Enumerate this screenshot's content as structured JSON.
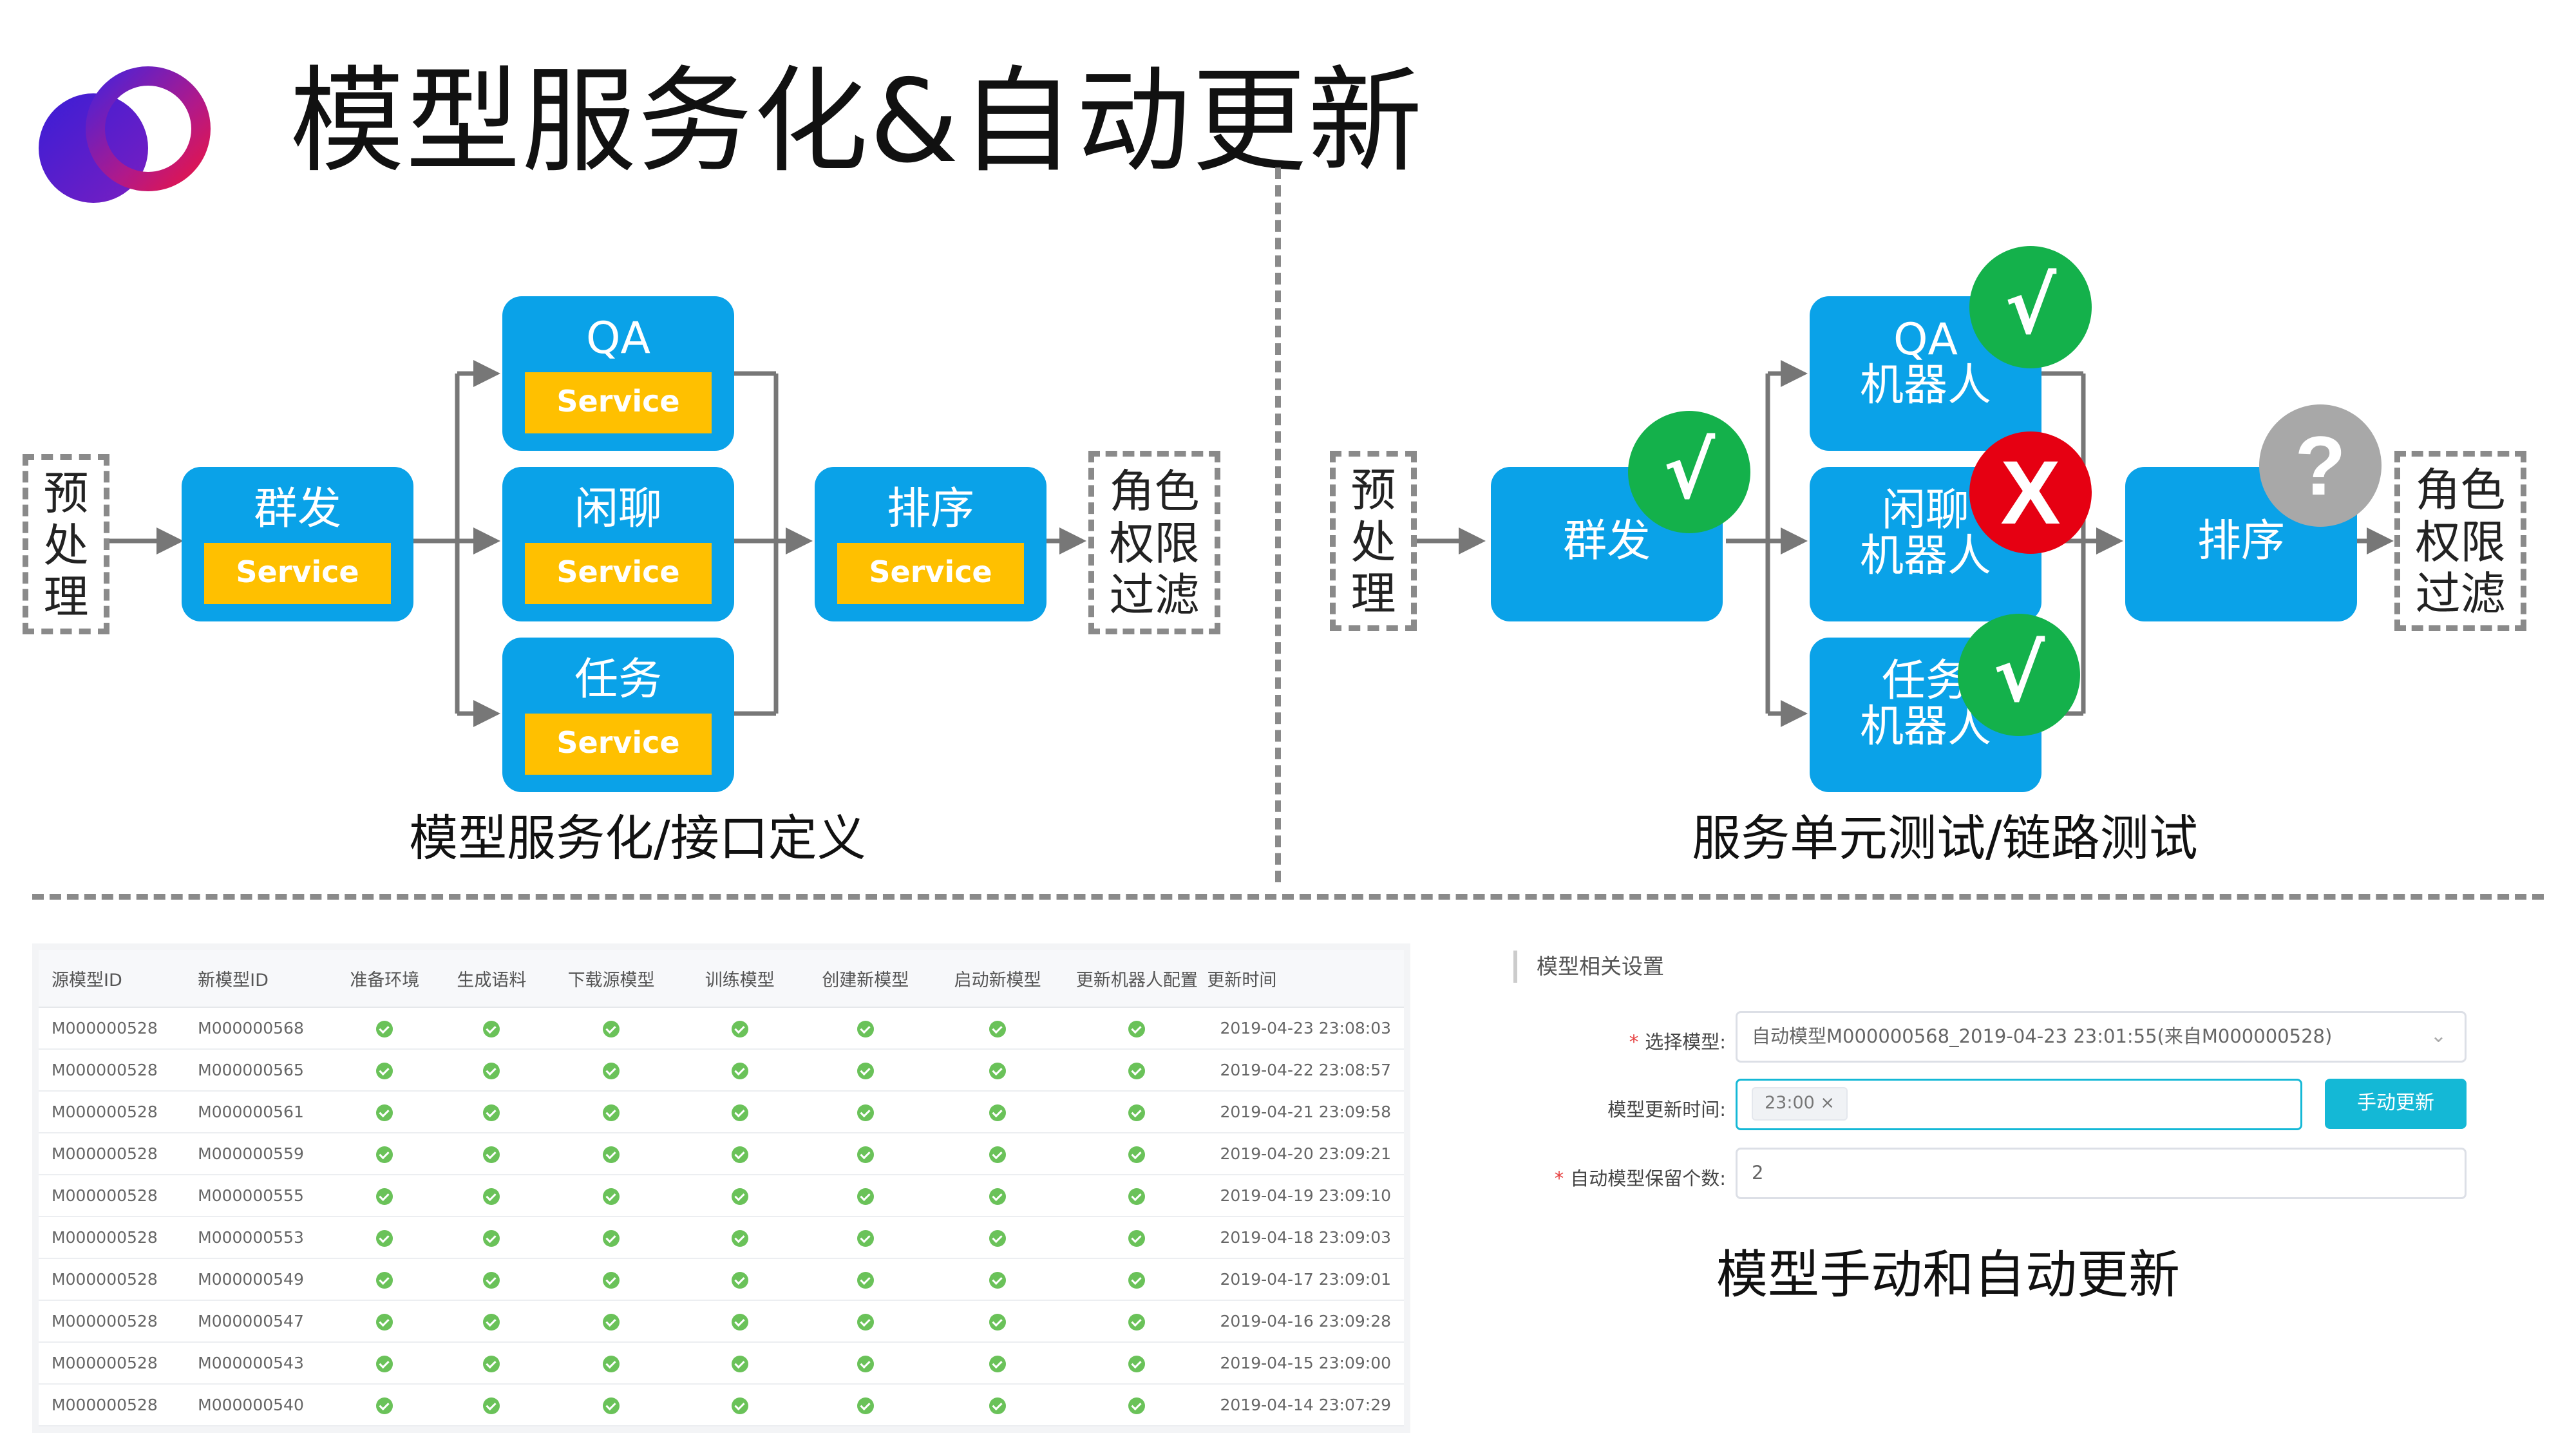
{
  "title": "模型服务化&自动更新",
  "left_diagram": {
    "pre": [
      "预",
      "处",
      "理"
    ],
    "dispatch": "群发",
    "qa": "QA",
    "chat": "闲聊",
    "task": "任务",
    "rank": "排序",
    "post": [
      "角色",
      "权限",
      "过滤"
    ],
    "service_tag": "Service",
    "caption": "模型服务化/接口定义"
  },
  "right_diagram": {
    "pre": [
      "预",
      "处",
      "理"
    ],
    "dispatch": "群发",
    "qa": [
      "QA",
      "机器人"
    ],
    "chat": [
      "闲聊",
      "机器人"
    ],
    "task": [
      "任务",
      "机器人"
    ],
    "rank": "排序",
    "post": [
      "角色",
      "权限",
      "过滤"
    ],
    "badges": {
      "ok": "√",
      "fail": "X",
      "unknown": "?"
    },
    "caption": "服务单元测试/链路测试"
  },
  "table": {
    "headers": [
      "源模型ID",
      "新模型ID",
      "准备环境",
      "生成语料",
      "下载源模型",
      "训练模型",
      "创建新模型",
      "启动新模型",
      "更新机器人配置",
      "更新时间"
    ],
    "rows": [
      {
        "src": "M000000528",
        "dst": "M000000568",
        "time": "2019-04-23 23:08:03"
      },
      {
        "src": "M000000528",
        "dst": "M000000565",
        "time": "2019-04-22 23:08:57"
      },
      {
        "src": "M000000528",
        "dst": "M000000561",
        "time": "2019-04-21 23:09:58"
      },
      {
        "src": "M000000528",
        "dst": "M000000559",
        "time": "2019-04-20 23:09:21"
      },
      {
        "src": "M000000528",
        "dst": "M000000555",
        "time": "2019-04-19 23:09:10"
      },
      {
        "src": "M000000528",
        "dst": "M000000553",
        "time": "2019-04-18 23:09:03"
      },
      {
        "src": "M000000528",
        "dst": "M000000549",
        "time": "2019-04-17 23:09:01"
      },
      {
        "src": "M000000528",
        "dst": "M000000547",
        "time": "2019-04-16 23:09:28"
      },
      {
        "src": "M000000528",
        "dst": "M000000543",
        "time": "2019-04-15 23:09:00"
      },
      {
        "src": "M000000528",
        "dst": "M000000540",
        "time": "2019-04-14 23:07:29"
      }
    ],
    "status_color": "#6ac259"
  },
  "settings": {
    "title": "模型相关设置",
    "select_label": "选择模型:",
    "select_value": "自动模型M000000568_2019-04-23 23:01:55(来自M000000528)",
    "time_label": "模型更新时间:",
    "time_tag": "23:00",
    "manual_button": "手动更新",
    "keep_label": "自动模型保留个数:",
    "keep_value": "2",
    "caption": "模型手动和自动更新"
  },
  "colors": {
    "box": "#0aa2e8",
    "service": "#ffc000",
    "ok": "#14b14b",
    "fail": "#e60012",
    "unknown": "#a8a8a8",
    "accent": "#14b8d6"
  }
}
